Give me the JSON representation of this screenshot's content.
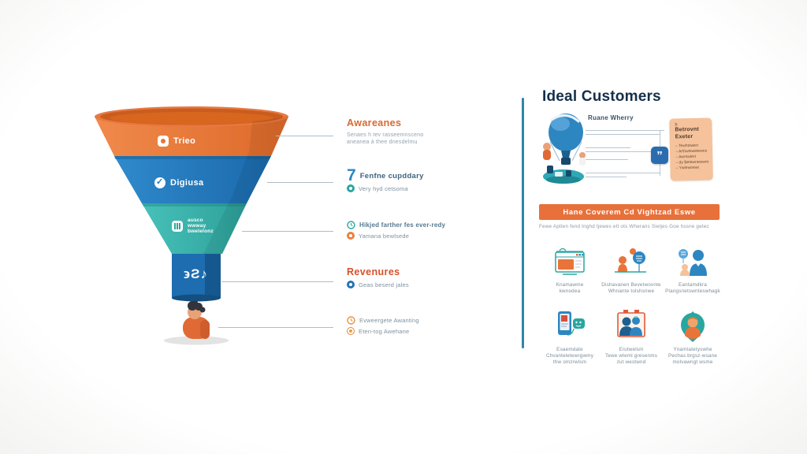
{
  "colors": {
    "funnel_orange": "#e8743a",
    "funnel_blue": "#2178be",
    "funnel_teal": "#39b5ad",
    "stem_blue": "#1d6db0",
    "heading_orange": "#d9682f",
    "heading_red": "#d8502c",
    "heading_navy": "#142f4b",
    "text_gray": "#93a3b0",
    "line_gray": "#aebdc9",
    "banner_orange": "#e8703a",
    "card_peach": "#f5c29b",
    "rule_teal_blue": "#2e86ab",
    "accent_blue": "#2e86c1"
  },
  "funnel": {
    "stages": [
      {
        "label": "Trieo",
        "icon": "gear-badge-icon"
      },
      {
        "label": "Digiusa",
        "icon": "check-circle-icon"
      },
      {
        "label_line1": "ausco",
        "label_line2": "wwway",
        "label_line3": "bwelelonz",
        "icon": "chart-badge-icon"
      }
    ],
    "stem_glyphs": "϶Ƨ♪"
  },
  "callouts": [
    {
      "heading": "Awareanes",
      "line1": "Senaes h tev rasseemnsceno",
      "line2": "aneanea á thee dnesdelmu"
    },
    {
      "big_number": "7",
      "title": "Fenfne cupddary",
      "sub": "Very hyd cetsoma"
    },
    {
      "item1": "Hikjed farther fes ever-redy",
      "item2": "Yamana bewlsede"
    },
    {
      "heading": "Revenures",
      "item1": "Geas beserd jales"
    },
    {
      "item1": "Evweergete Awanting",
      "item2": "Eten-tog Awehane"
    }
  ],
  "right_panel": {
    "title": "Ideal Customers",
    "profile": {
      "caption": "Ruane Wherry",
      "quote_glyph": "”",
      "card_marker": "Ƀ",
      "card_title_line1": "Betrovnt",
      "card_title_line2": "Exeter",
      "card_items": [
        "– Tewhtswert",
        "– Arthwtswetewns",
        "– Awrswtert",
        "– dy Betewnewwnt",
        "– Ywtewnewt"
      ]
    },
    "banner": "Hane Coverem Cd Vightzad Eswe",
    "banner_sub": "Fewe Aptten fend Inghd tjewes ett ots Wherans Sietjes Goe hssne getec",
    "grid": [
      {
        "icon": "browser-monitor-icon",
        "line1": "Knamawme",
        "line2": "kwnodea",
        "line3": ""
      },
      {
        "icon": "conversation-icon",
        "line1": "Dishavanen Bevetwovnte",
        "line2": "Whnante tolshsnwe",
        "line3": ""
      },
      {
        "icon": "team-icon",
        "line1": "Eantamdkra",
        "line2": "Plangsnetswnteswhagk",
        "line3": ""
      },
      {
        "icon": "phone-chat-icon",
        "line1": "Esaemdate",
        "line2": "Chvanteletewrgwmy",
        "line3": "thw omzrwlsm"
      },
      {
        "icon": "framed-people-icon",
        "line1": "Erutwelsm",
        "line2": "Tewe wteml gresenms",
        "line3": "zut westwnd"
      },
      {
        "icon": "person-pin-icon",
        "line1": "Ynamtatetyswhe",
        "line2": "Pechas brgsz-wsane",
        "line3": "molvawngt wsme"
      }
    ]
  }
}
